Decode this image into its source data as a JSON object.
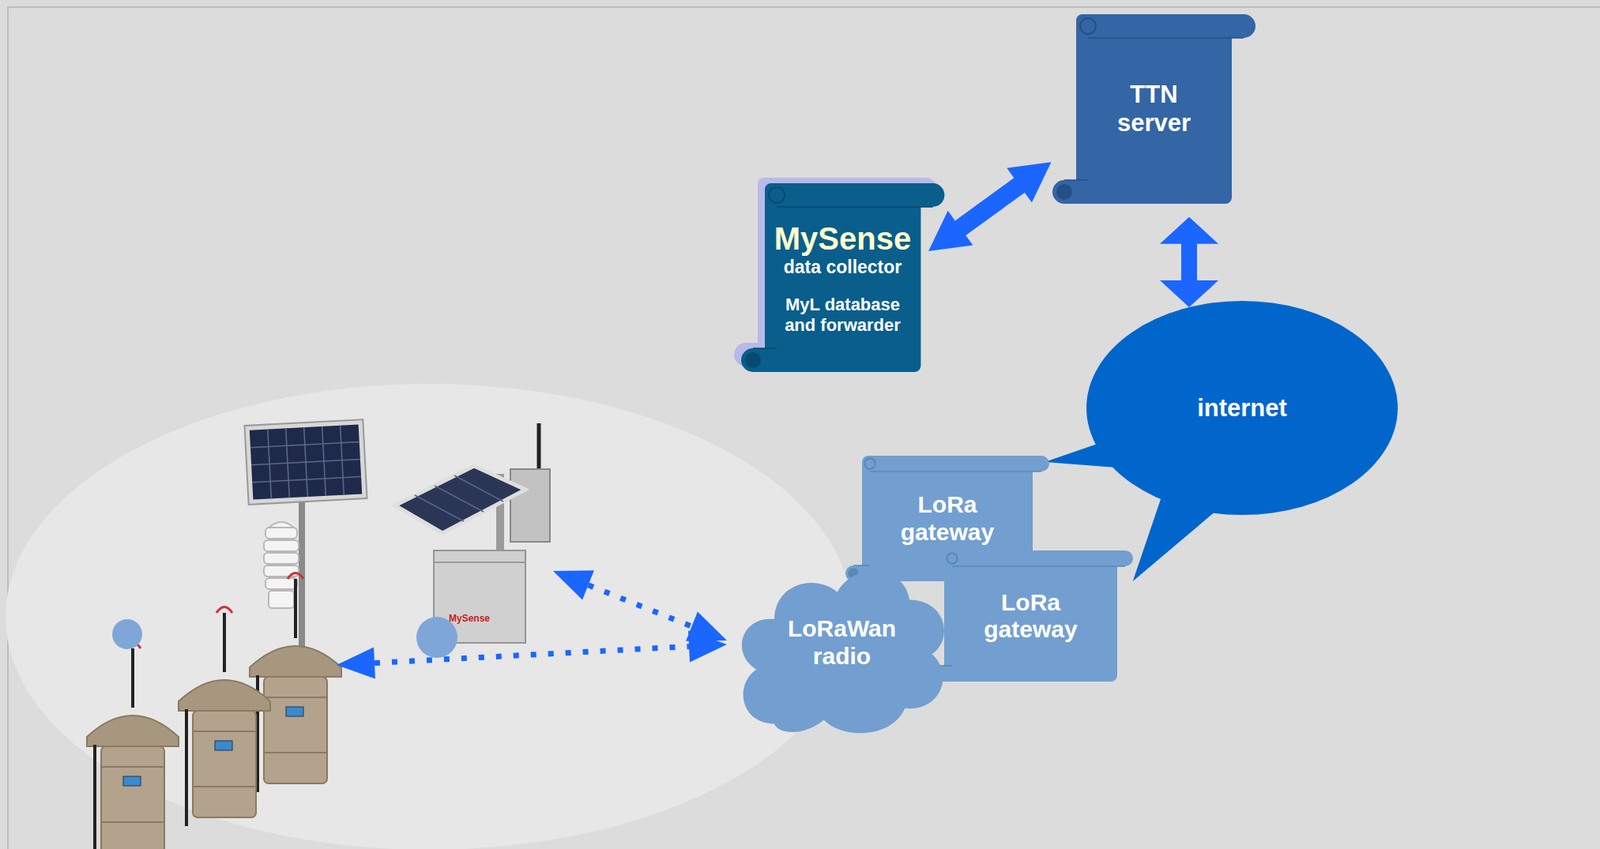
{
  "diagram": {
    "nodes": [
      {
        "text": [
          "TTN server"
        ]
      },
      {
        "text": [
          "MySense",
          "data collector",
          "MyL database and forwarder"
        ]
      },
      {
        "text": [
          "internet"
        ]
      },
      {
        "text": [
          "LoRa gateway"
        ]
      },
      {
        "text": [
          "LoRa gateway"
        ]
      },
      {
        "text": [
          "LoRaWan radio"
        ]
      }
    ],
    "edges": [
      {
        "from": 1,
        "to": 0,
        "arrow": "both"
      },
      {
        "from": 0,
        "to": 2,
        "arrow": "both"
      },
      {
        "from": 2,
        "to": 3,
        "arrow": "none"
      },
      {
        "from": 2,
        "to": 4,
        "arrow": "none"
      }
    ],
    "labels": [
      "MySense"
    ]
  }
}
